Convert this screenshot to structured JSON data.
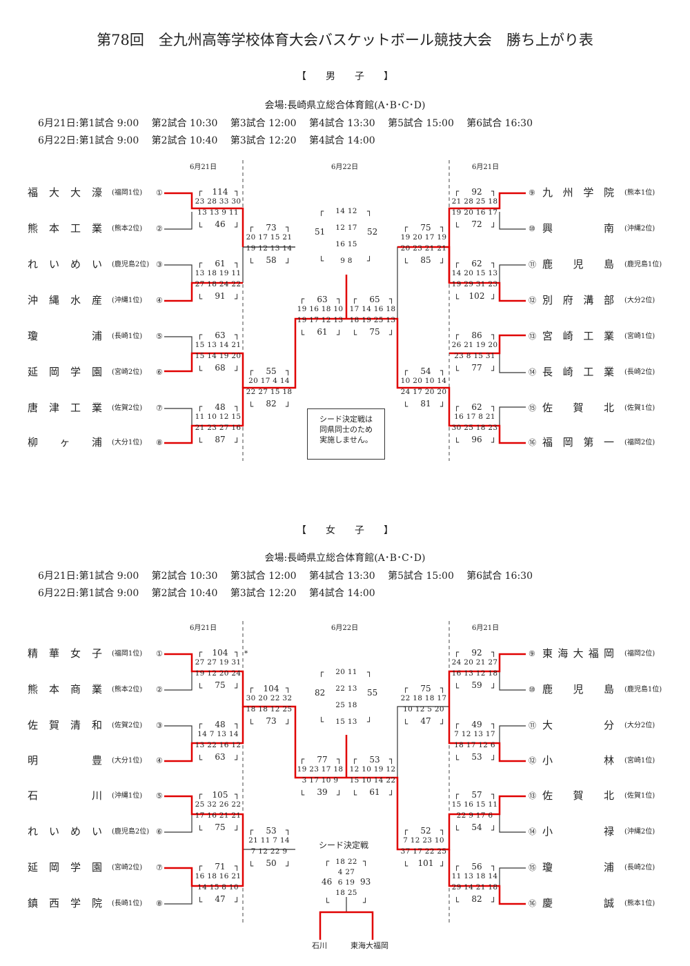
{
  "title": "第78回　全九州高等学校体育大会バスケットボール競技大会　勝ち上がり表",
  "colors": {
    "winner_line": "#e00000",
    "line": "#333333"
  },
  "men": {
    "heading": "【　　男　　子　　】",
    "venue": "会場:長崎県立総合体育館(A･B･C･D)",
    "day1": "6月21日:第1試合  9:00　 第2試合  10:30　 第3試合  12:00　 第4試合  13:30　 第5試合  15:00　 第6試合  16:30",
    "day2": "6月22日:第1試合  9:00　 第2試合  10:40　 第3試合  12:20　 第4試合  14:00",
    "date_left": "6月21日",
    "date_center": "6月22日",
    "date_right": "6月21日",
    "left_teams": [
      {
        "name": "福大大濠",
        "rank": "(福岡1位)",
        "num": "①"
      },
      {
        "name": "熊本工業",
        "rank": "(熊本2位)",
        "num": "②"
      },
      {
        "name": "れいめい",
        "rank": "(鹿児島2位)",
        "num": "③"
      },
      {
        "name": "沖縄水産",
        "rank": "(沖縄1位)",
        "num": "④"
      },
      {
        "name": "瓊　浦",
        "rank": "(長崎1位)",
        "num": "⑤"
      },
      {
        "name": "延岡学園",
        "rank": "(宮崎2位)",
        "num": "⑥"
      },
      {
        "name": "唐津工業",
        "rank": "(佐賀2位)",
        "num": "⑦"
      },
      {
        "name": "柳　ヶ　浦",
        "rank": "(大分1位)",
        "num": "⑧"
      }
    ],
    "right_teams": [
      {
        "name": "九州学院",
        "rank": "(熊本1位)",
        "num": "⑨"
      },
      {
        "name": "興　南",
        "rank": "(沖縄2位)",
        "num": "⑩"
      },
      {
        "name": "鹿児島",
        "rank": "(鹿児島1位)",
        "num": "⑪"
      },
      {
        "name": "別府溝部",
        "rank": "(大分2位)",
        "num": "⑫"
      },
      {
        "name": "宮崎工業",
        "rank": "(宮崎1位)",
        "num": "⑬"
      },
      {
        "name": "長崎工業",
        "rank": "(長崎2位)",
        "num": "⑭"
      },
      {
        "name": "佐賀北",
        "rank": "(佐賀1位)",
        "num": "⑮"
      },
      {
        "name": "福岡第一",
        "rank": "(福岡2位)",
        "num": "⑯"
      }
    ],
    "r1_left": [
      {
        "top": "114",
        "q1": "23 28 33 30",
        "q2": "13 13  9 11",
        "bot": "46"
      },
      {
        "top": "61",
        "q1": "13 18 19 11",
        "q2": "27 18 24 22",
        "bot": "91"
      },
      {
        "top": "63",
        "q1": "15 13 14 21",
        "q2": "15 14 19 20",
        "bot": "68"
      },
      {
        "top": "48",
        "q1": "11 10 12 15",
        "q2": "21 23 27 16",
        "bot": "87"
      }
    ],
    "r1_right": [
      {
        "top": "92",
        "q1": "21 28 25 18",
        "q2": "19 20 16 17",
        "bot": "72"
      },
      {
        "top": "62",
        "q1": "14 20 15 13",
        "q2": "19 29 31 23",
        "bot": "102"
      },
      {
        "top": "86",
        "q1": "26 21 19 20",
        "q2": "23  8 15 31",
        "bot": "77"
      },
      {
        "top": "62",
        "q1": "16 17  8 21",
        "q2": "30 25 18 23",
        "bot": "96"
      }
    ],
    "r2_left": [
      {
        "top": "73",
        "q1": "20 17 15 21",
        "q2": "19 12 13 14",
        "bot": "58"
      },
      {
        "top": "55",
        "q1": "20 17  4 14",
        "q2": "22 27 15 18",
        "bot": "82"
      }
    ],
    "r2_right": [
      {
        "top": "75",
        "q1": "19 20 17 19",
        "q2": "20 23 21 21",
        "bot": "85"
      },
      {
        "top": "54",
        "q1": "10 20 10 14",
        "q2": "24 17 20 20",
        "bot": "81"
      }
    ],
    "semi_left": {
      "top": "63",
      "q1": "19 16 18 10",
      "q2": "19 17 12 13",
      "bot": "61"
    },
    "semi_right": {
      "top": "65",
      "q1": "17 14 16 18",
      "q2": "18 19 25 13",
      "bot": "75"
    },
    "final": {
      "left_total": "51",
      "right_total": "52",
      "q1": "14 12",
      "q2": "12 17",
      "q3": "16 15",
      "q4": "9  8"
    },
    "note": [
      "シード決定戦は",
      "同県同士のため",
      "実施しません。"
    ]
  },
  "women": {
    "heading": "【　　女　　子　　】",
    "venue": "会場:長崎県立総合体育館(A･B･C･D)",
    "day1": "6月21日:第1試合  9:00　 第2試合  10:30　 第3試合  12:00　 第4試合  13:30　 第5試合  15:00　 第6試合  16:30",
    "day2": "6月22日:第1試合  9:00　 第2試合  10:40　 第3試合  12:20　 第4試合  14:00",
    "date_left": "6月21日",
    "date_center": "6月22日",
    "date_right": "6月21日",
    "left_teams": [
      {
        "name": "精華女子",
        "rank": "(福岡1位)",
        "num": "①"
      },
      {
        "name": "熊本商業",
        "rank": "(熊本2位)",
        "num": "②"
      },
      {
        "name": "佐賀清和",
        "rank": "(佐賀2位)",
        "num": "③"
      },
      {
        "name": "明　豊",
        "rank": "(大分1位)",
        "num": "④"
      },
      {
        "name": "石　川",
        "rank": "(沖縄1位)",
        "num": "⑤"
      },
      {
        "name": "れいめい",
        "rank": "(鹿児島2位)",
        "num": "⑥"
      },
      {
        "name": "延岡学園",
        "rank": "(宮崎2位)",
        "num": "⑦"
      },
      {
        "name": "鎮西学院",
        "rank": "(長崎1位)",
        "num": "⑧"
      }
    ],
    "right_teams": [
      {
        "name": "東海大福岡",
        "rank": "(福岡2位)",
        "num": "⑨"
      },
      {
        "name": "鹿児島",
        "rank": "(鹿児島1位)",
        "num": "⑩"
      },
      {
        "name": "大　分",
        "rank": "(大分2位)",
        "num": "⑪"
      },
      {
        "name": "小　林",
        "rank": "(宮崎1位)",
        "num": "⑫"
      },
      {
        "name": "佐賀北",
        "rank": "(佐賀1位)",
        "num": "⑬"
      },
      {
        "name": "小　禄",
        "rank": "(沖縄2位)",
        "num": "⑭"
      },
      {
        "name": "瓊　浦",
        "rank": "(長崎2位)",
        "num": "⑮"
      },
      {
        "name": "慶　誠",
        "rank": "(熊本1位)",
        "num": "⑯"
      }
    ],
    "r1_left": [
      {
        "top": "104",
        "q1": "27 27 19 31",
        "q2": "19 12 20 24",
        "bot": "75",
        "mark": "*"
      },
      {
        "top": "48",
        "q1": "14  7 13 14",
        "q2": "13 22 16 12",
        "bot": "63"
      },
      {
        "top": "105",
        "q1": "25 32 26 22",
        "q2": "17 16 21 21",
        "bot": "75"
      },
      {
        "top": "71",
        "q1": "16 18 16 21",
        "q2": "14 15  8 10",
        "bot": "47"
      }
    ],
    "r1_right": [
      {
        "top": "92",
        "q1": "24 20 21 27",
        "q2": "16 13 12 18",
        "bot": "59"
      },
      {
        "top": "49",
        "q1": " 7 12 13 17",
        "q2": "18 17 12  6",
        "bot": "53"
      },
      {
        "top": "57",
        "q1": "15 16 15 11",
        "q2": "22  9 17  6",
        "bot": "54"
      },
      {
        "top": "56",
        "q1": "11 13 18 14",
        "q2": "29 14 21 18",
        "bot": "82"
      }
    ],
    "r2_left": [
      {
        "top": "104",
        "q1": "30 20 22 32",
        "q2": "18 18 12 25",
        "bot": "73"
      },
      {
        "top": "53",
        "q1": "21 11  7 14",
        "q2": " 7 12 22  9",
        "bot": "50"
      }
    ],
    "r2_right": [
      {
        "top": "75",
        "q1": "22 18 18 17",
        "q2": "10 12  5 20",
        "bot": "47"
      },
      {
        "top": "52",
        "q1": " 7 12 23 10",
        "q2": "37 17 22 25",
        "bot": "101"
      }
    ],
    "semi_left": {
      "top": "77",
      "q1": "19 23 17 18",
      "q2": " 3 17 10  9",
      "bot": "39"
    },
    "semi_right": {
      "top": "53",
      "q1": "12 10 19 12",
      "q2": "15 10 14 22",
      "bot": "61"
    },
    "final": {
      "left_total": "82",
      "right_total": "55",
      "q1": "20 11",
      "q2": "22 13",
      "q3": "25 18",
      "q4": "15 13"
    },
    "seed": {
      "label": "シード決定戦",
      "left_total": "46",
      "right_total": "93",
      "q1": "18 22",
      "q2": "4 27",
      "q3": "6 19",
      "q4": "18 25",
      "team_left": "石川",
      "team_right": "東海大福岡"
    }
  }
}
